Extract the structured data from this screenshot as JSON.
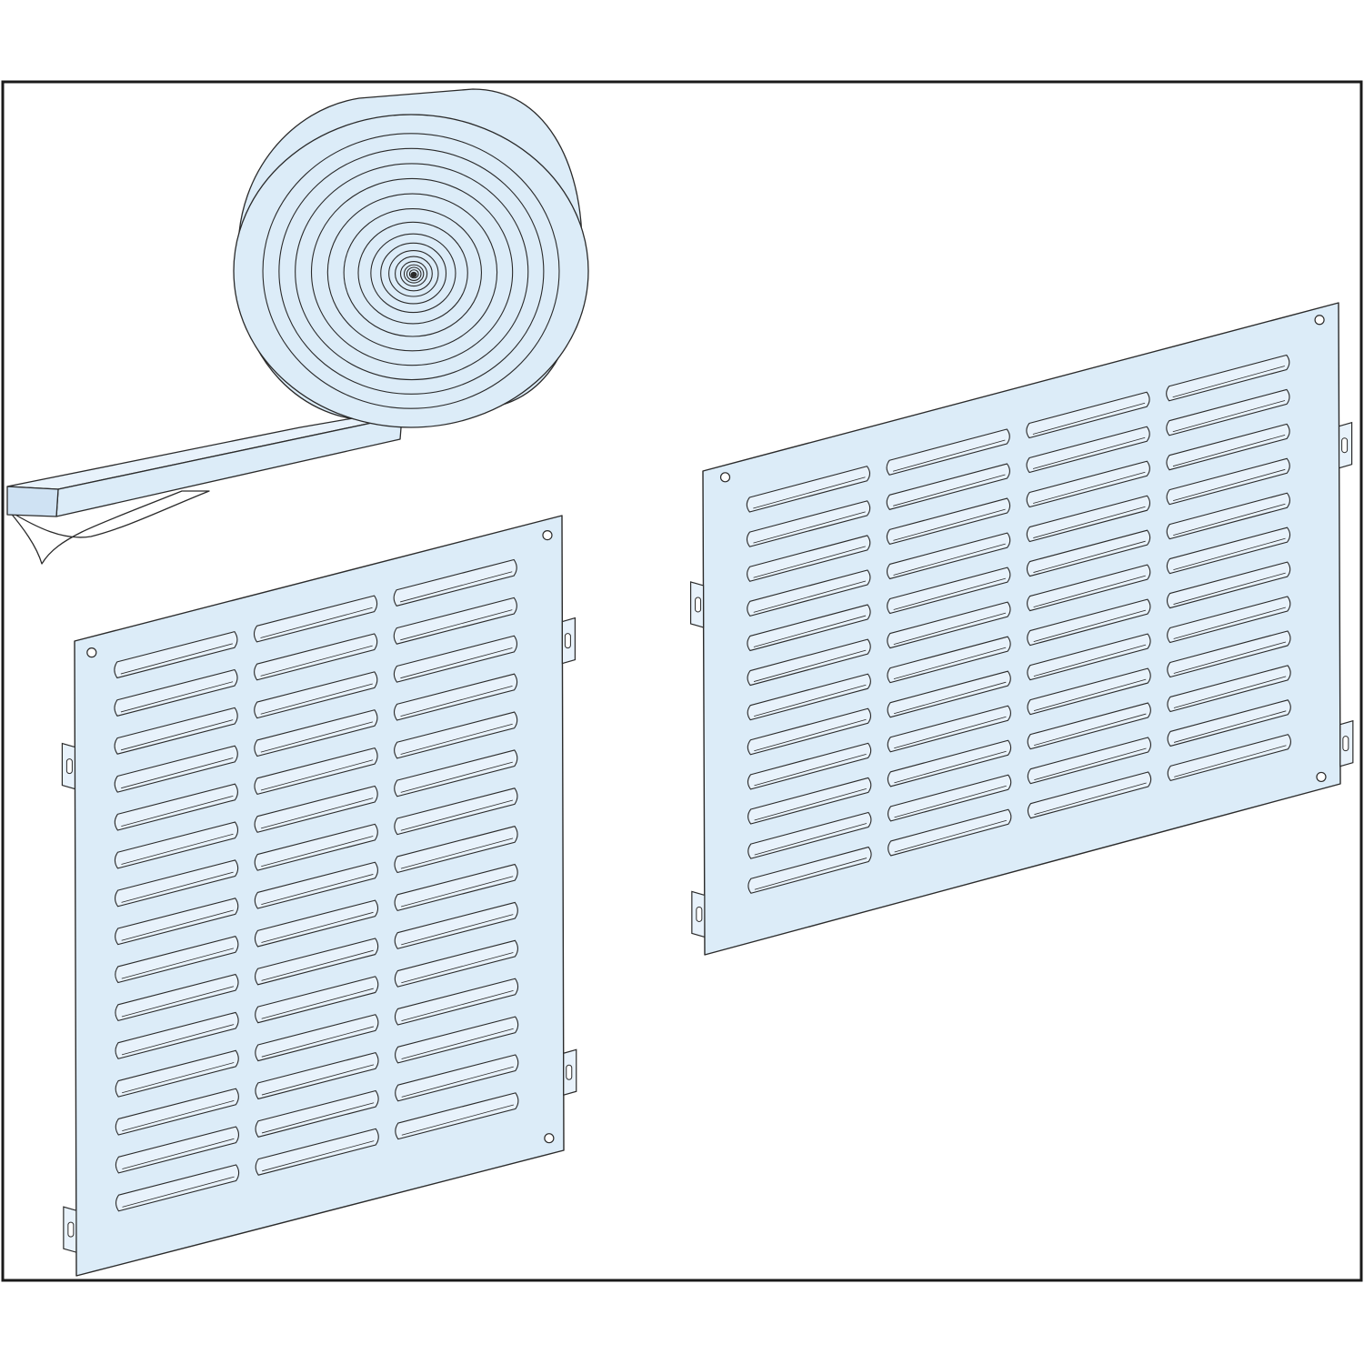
{
  "figure": {
    "colors": {
      "background": "#ffffff",
      "frame": "#1a1a1a",
      "fill": "#dcecf8",
      "fill_light": "#e8f2fb",
      "outline": "#2a2a2a"
    },
    "items": [
      {
        "name": "gasket-tape-roll",
        "icon": "seal-tape-roll"
      },
      {
        "name": "louvred-panel-3-columns",
        "icon": "ventilation-panel",
        "louvre_columns": 3,
        "louvres_per_column": 15
      },
      {
        "name": "louvred-panel-4-columns",
        "icon": "ventilation-panel",
        "louvre_columns": 4,
        "louvres_per_column": 12
      }
    ]
  }
}
